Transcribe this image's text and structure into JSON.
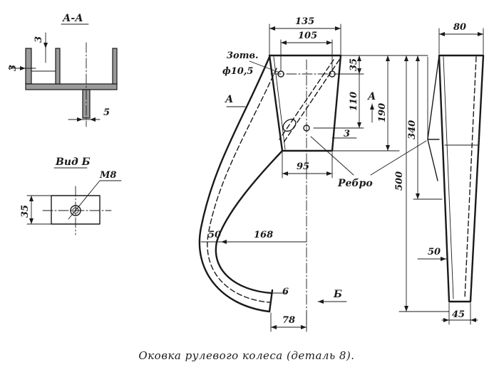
{
  "caption": "Оковка рулевого колеса (деталь 8).",
  "section_view": {
    "title": "А-А",
    "dim_wall_top": "3",
    "dim_wall_side": "3",
    "dim_rib": "5"
  },
  "view_b": {
    "title": "Вид Б",
    "thread_label": "М8",
    "dim_height": "35"
  },
  "main_view": {
    "dim_top_outer": "135",
    "dim_top_inner": "105",
    "holes_label_1": "3отв.",
    "holes_label_2": "ф10,5",
    "dim_hole_top": "35",
    "dim_hole_spacing": "110",
    "dim_plate_height": "190",
    "dim_hole_offset": "3",
    "dim_bottom_width": "95",
    "rib_label": "Ребро",
    "dim_arc_wall": "50",
    "dim_radius": "168",
    "dim_tip_thickness": "6",
    "dim_tip_offset": "78",
    "dim_total_height": "500",
    "section_mark": "А",
    "view_mark": "Б"
  },
  "side_view": {
    "dim_top_width": "80",
    "dim_mid_height": "340",
    "dim_mid_width": "50",
    "dim_bottom_width": "45"
  }
}
